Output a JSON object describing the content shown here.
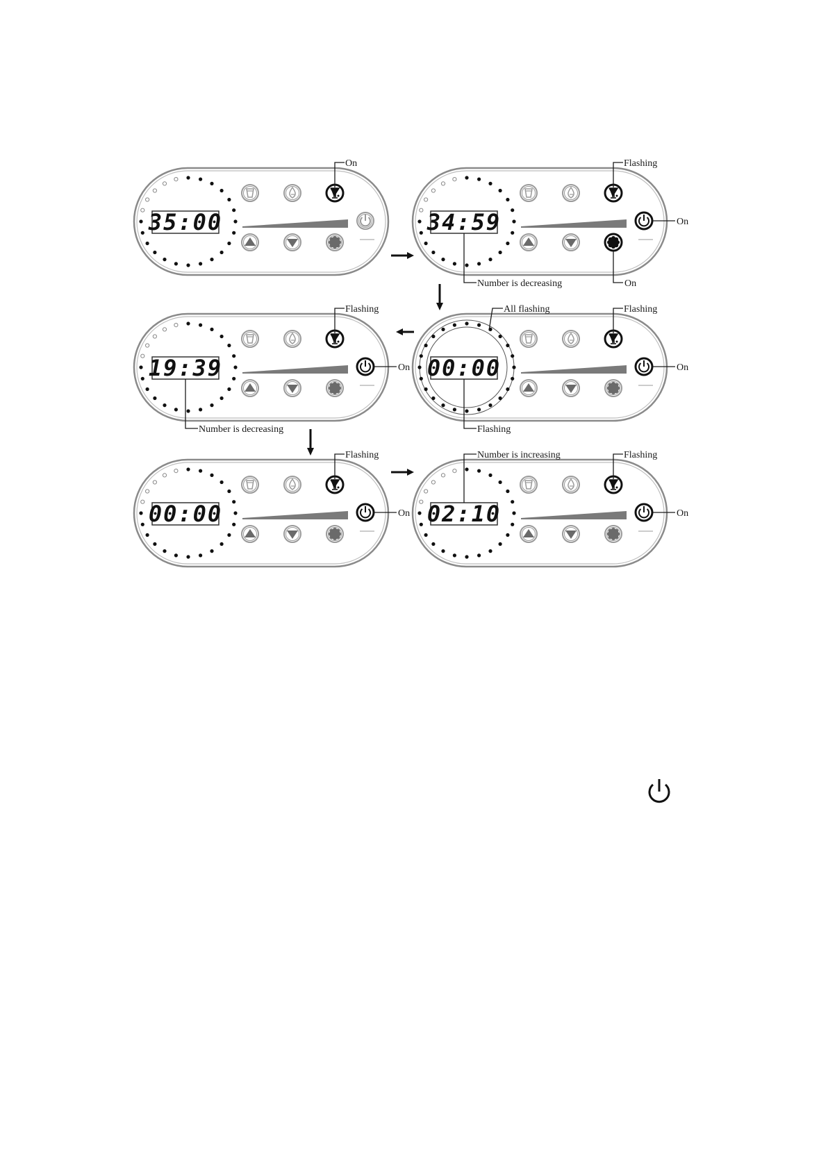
{
  "panels": [
    {
      "id": "p1",
      "display": "35:00",
      "top_right_icon_state": "on",
      "labels": [
        {
          "text": "On",
          "target": "cup"
        }
      ]
    },
    {
      "id": "p2",
      "display": "34:59",
      "top_right_icon_state": "on",
      "power_state": "on",
      "gear_state": "on",
      "labels": [
        {
          "text": "Flashing",
          "target": "cup"
        },
        {
          "text": "On",
          "target": "power"
        },
        {
          "text": "On",
          "target": "gear"
        },
        {
          "text": "Number is decreasing",
          "target": "display"
        }
      ]
    },
    {
      "id": "p3",
      "display": "00:00",
      "top_right_icon_state": "on",
      "power_state": "on",
      "ring_state": "all",
      "labels": [
        {
          "text": "All flashing",
          "target": "ring"
        },
        {
          "text": "Flashing",
          "target": "cup"
        },
        {
          "text": "On",
          "target": "power"
        },
        {
          "text": "Flashing",
          "target": "display"
        }
      ]
    },
    {
      "id": "p4",
      "display": "19:39",
      "top_right_icon_state": "on",
      "power_state": "on",
      "labels": [
        {
          "text": "Flashing",
          "target": "cup"
        },
        {
          "text": "On",
          "target": "power"
        },
        {
          "text": "Number is decreasing",
          "target": "display"
        }
      ]
    },
    {
      "id": "p5",
      "display": "00:00",
      "top_right_icon_state": "on",
      "power_state": "on",
      "labels": [
        {
          "text": "Flashing",
          "target": "cup"
        },
        {
          "text": "On",
          "target": "power"
        }
      ]
    },
    {
      "id": "p6",
      "display": "02:10",
      "top_right_icon_state": "on",
      "power_state": "on",
      "labels": [
        {
          "text": "Number is increasing",
          "target": "display"
        },
        {
          "text": "Flashing",
          "target": "cup"
        },
        {
          "text": "On",
          "target": "power"
        }
      ]
    }
  ],
  "icons": {
    "top_row": [
      "cup-icon",
      "drop-icon",
      "blender-icon"
    ],
    "bottom_row": [
      "up-arrow-icon",
      "down-arrow-icon",
      "gear-icon"
    ],
    "side": "power-icon",
    "standalone": "power-icon"
  },
  "colors": {
    "outline": "#8a8a8a",
    "active": "#111111",
    "inactive": "#9a9a9a"
  }
}
